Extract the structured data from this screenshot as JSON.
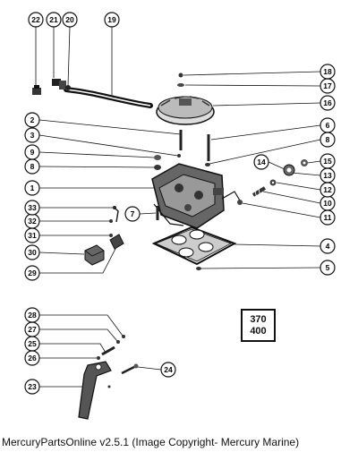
{
  "diagram": {
    "callouts": [
      "1",
      "2",
      "3",
      "4",
      "5",
      "6",
      "7",
      "8",
      "9",
      "10",
      "11",
      "12",
      "13",
      "14",
      "15",
      "16",
      "17",
      "18",
      "19",
      "20",
      "21",
      "22",
      "23",
      "24",
      "25",
      "26",
      "27",
      "28",
      "29",
      "30",
      "31",
      "32",
      "33"
    ],
    "model_box": {
      "line1": "370",
      "line2": "400"
    }
  },
  "caption": "MercuryPartsOnline v2.5.1 (Image Copyright- Mercury Marine)"
}
